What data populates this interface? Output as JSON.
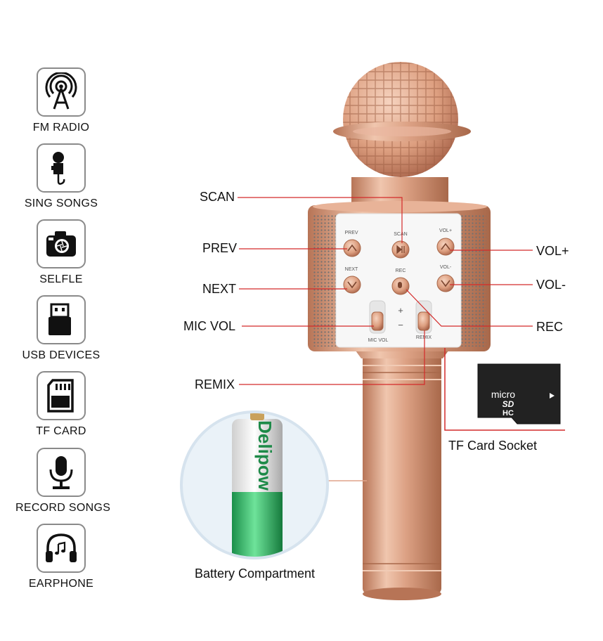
{
  "features": [
    {
      "icon": "fm-radio-tower-icon",
      "label": "FM RADIO"
    },
    {
      "icon": "microphone-icon",
      "label": "SING SONGS"
    },
    {
      "icon": "camera-icon",
      "label": "SELFLE"
    },
    {
      "icon": "usb-icon",
      "label": "USB DEVICES"
    },
    {
      "icon": "sd-card-icon",
      "label": "TF CARD"
    },
    {
      "icon": "record-microphone-icon",
      "label": "RECORD SONGS"
    },
    {
      "icon": "headphones-icon",
      "label": "EARPHONE"
    }
  ],
  "callouts": {
    "scan": "SCAN",
    "prev": "PREV",
    "next": "NEXT",
    "mic_vol": "MIC VOL",
    "remix": "REMIX",
    "vol_up": "VOL+",
    "vol_down": "VOL-",
    "rec": "REC"
  },
  "panel_labels": {
    "prev": "PREV",
    "scan": "SCAN",
    "vol_up": "VOL+",
    "next": "NEXT",
    "rec": "REC",
    "vol_down": "VOL-",
    "mic_vol": "MIC VOL",
    "remix": "REMIX",
    "plus": "+",
    "minus": "−"
  },
  "tf_card": {
    "caption": "TF Card Socket",
    "brand_top": "micro",
    "brand_sd": "SD",
    "brand_hc": "HC"
  },
  "battery": {
    "caption": "Battery Compartment",
    "brand": "Delipow"
  },
  "colors": {
    "rose_gold": "#d99a7a",
    "callout_line": "#d42a2a",
    "icon_border": "#8a8a8a"
  }
}
